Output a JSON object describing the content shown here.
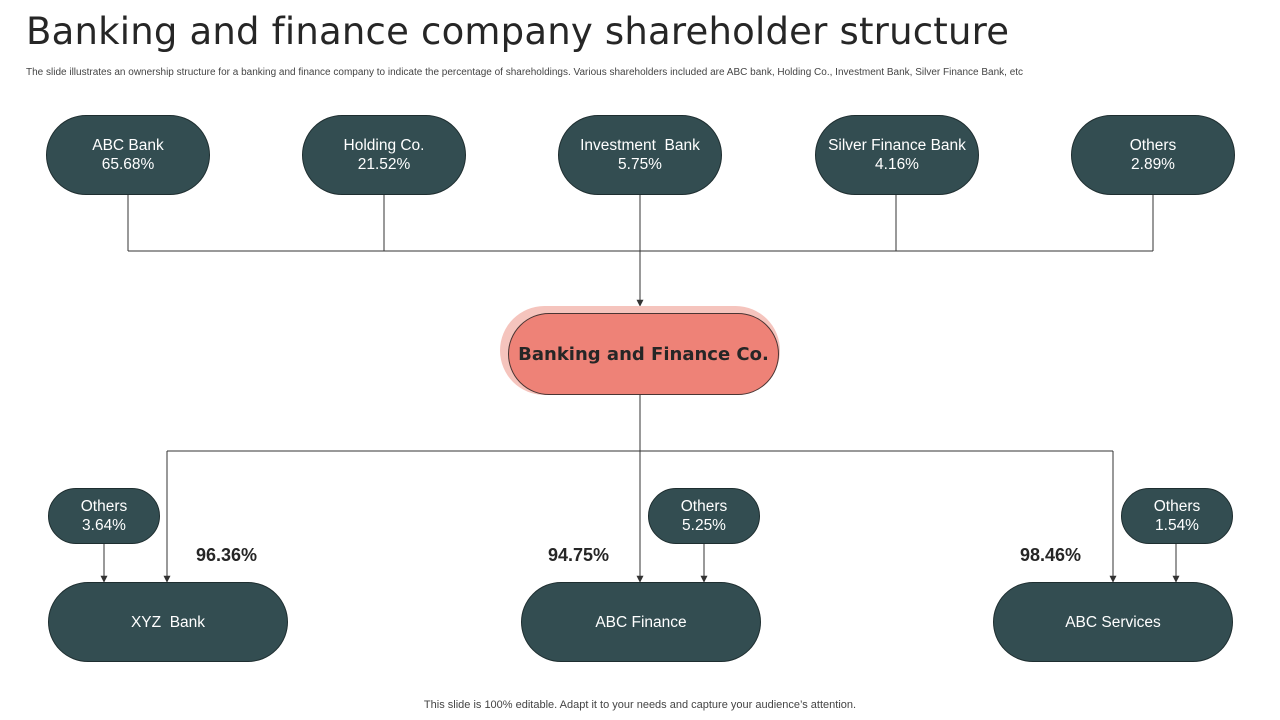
{
  "title": "Banking and finance company shareholder structure",
  "subtitle": "The slide illustrates an ownership structure for a banking and finance company to indicate the percentage of shareholdings. Various shareholders included are ABC bank, Holding Co., Investment Bank, Silver Finance Bank, etc",
  "shareholders": [
    {
      "name": "ABC Bank",
      "percent": "65.68%"
    },
    {
      "name": "Holding Co.",
      "percent": "21.52%"
    },
    {
      "name": "Investment  Bank",
      "percent": "5.75%"
    },
    {
      "name": "Silver Finance Bank",
      "percent": "4.16%"
    },
    {
      "name": "Others",
      "percent": "2.89%"
    }
  ],
  "company": "Banking and Finance Co.",
  "subsidiaries": [
    {
      "name": "XYZ  Bank",
      "ownership": "96.36%",
      "others_label": "Others",
      "others_percent": "3.64%"
    },
    {
      "name": "ABC Finance",
      "ownership": "94.75%",
      "others_label": "Others",
      "others_percent": "5.25%"
    },
    {
      "name": "ABC Services",
      "ownership": "98.46%",
      "others_label": "Others",
      "others_percent": "1.54%"
    }
  ],
  "footer": "This slide is 100% editable. Adapt it to your needs and capture your audience’s attention.",
  "colors": {
    "node": "#334d51",
    "center": "#ee8277",
    "center_glow": "#f5c4bd",
    "line": "#333333"
  }
}
